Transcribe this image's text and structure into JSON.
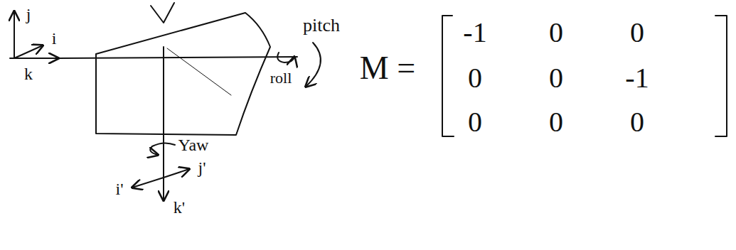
{
  "diagram": {
    "labels": [
      "j",
      "i",
      "k",
      "pitch",
      "roll",
      "Yaw",
      "i'",
      "j'",
      "k'",
      "M =",
      "-1",
      "0",
      "0",
      "0",
      "0",
      "-1",
      "0",
      "0",
      "0"
    ]
  }
}
